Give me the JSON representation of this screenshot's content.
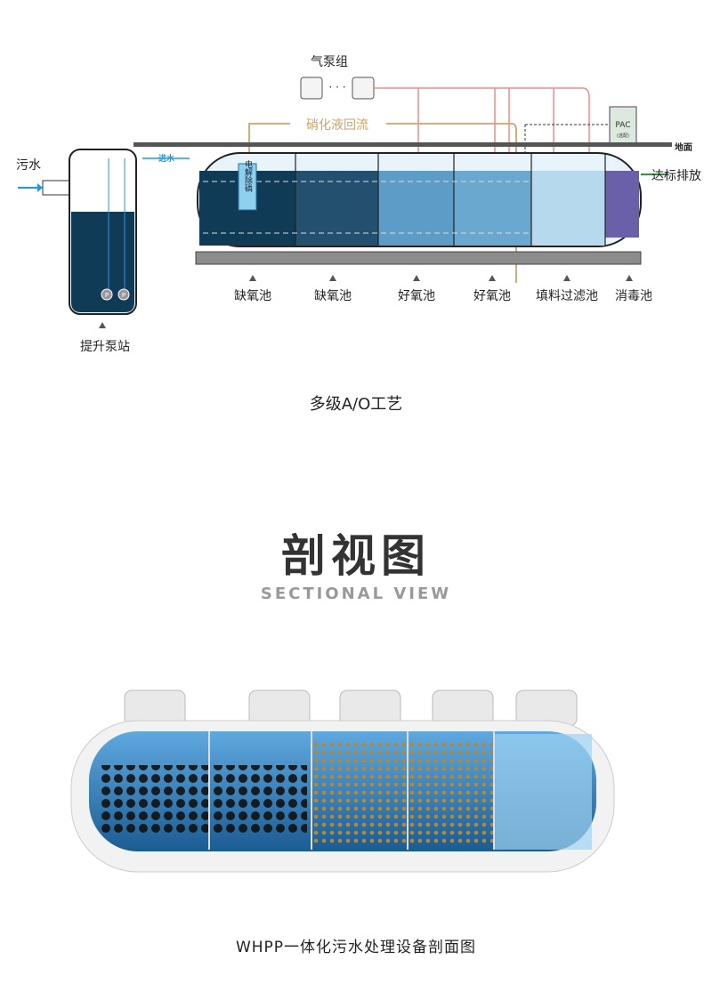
{
  "diagram": {
    "air_pump_group": "气泵组",
    "nitrification_return": "硝化液回流",
    "sewage_in": "污水",
    "water_in": "进水",
    "ground": "地面",
    "discharge": "达标排放",
    "pac": "PAC",
    "pac_note": "(选配)",
    "electrolysis": "电解除磷",
    "lift_station": "提升泵站",
    "pump_mark": "P",
    "tanks": [
      "缺氧池",
      "缺氧池",
      "好氧池",
      "好氧池",
      "填料过滤池",
      "消毒池"
    ],
    "caption": "多级A/O工艺"
  },
  "section": {
    "title": "剖视图",
    "subtitle": "SECTIONAL VIEW",
    "caption": "WHPP一体化污水处理设备剖面图"
  },
  "colors": {
    "return_line": "#c9a56a",
    "air_line": "#f08a8a",
    "water": "#1e9be0",
    "dark_tank": "#0f3b57"
  }
}
